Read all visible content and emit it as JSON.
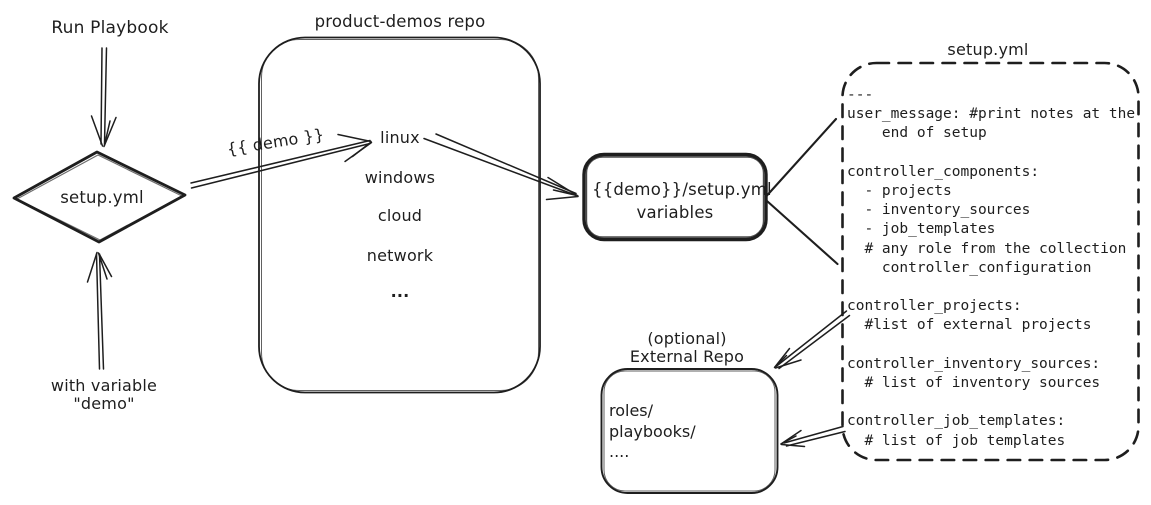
{
  "left_flow": {
    "top_label": "Run Playbook",
    "diamond_label": "setup.yml",
    "bottom_label_line1": "with variable",
    "bottom_label_line2": "\"demo\""
  },
  "repo": {
    "title": "product-demos repo",
    "items": [
      "linux",
      "windows",
      "cloud",
      "network",
      "..."
    ]
  },
  "edge_labels": {
    "demo_var": "{{ demo }}"
  },
  "variables_box": {
    "line1": "{{demo}}/setup.yml",
    "line2": "variables"
  },
  "setup_yaml": {
    "title": "setup.yml",
    "content": "---\nuser_message: #print notes at the\n    end of setup\n\ncontroller_components:\n  - projects\n  - inventory_sources\n  - job_templates\n  # any role from the collection\n    controller_configuration\n\ncontroller_projects:\n  #list of external projects\n\ncontroller_inventory_sources:\n  # list of inventory sources\n\ncontroller_job_templates:\n  # list of job templates"
  },
  "external_repo": {
    "label_line1": "(optional)",
    "label_line2": "External Repo",
    "content": "roles/\nplaybooks/\n...."
  },
  "colors": {
    "ink": "#1e1e1e",
    "background": "#ffffff"
  }
}
